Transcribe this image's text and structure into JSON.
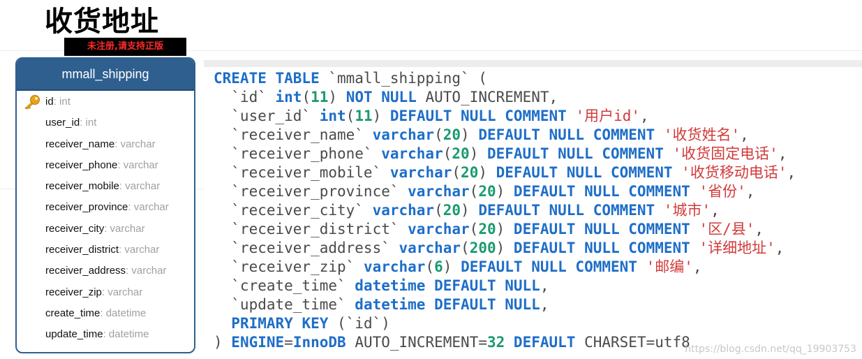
{
  "page": {
    "title": "收货地址",
    "watermark_badge": "未注册,请支持正版",
    "credit": "https://blog.csdn.net/qq_19903753"
  },
  "table": {
    "name": "mmall_shipping",
    "fields": [
      {
        "name": "id",
        "type": "int",
        "primary_key": true
      },
      {
        "name": "user_id",
        "type": "int"
      },
      {
        "name": "receiver_name",
        "type": "varchar"
      },
      {
        "name": "receiver_phone",
        "type": "varchar"
      },
      {
        "name": "receiver_mobile",
        "type": "varchar"
      },
      {
        "name": "receiver_province",
        "type": "varchar"
      },
      {
        "name": "receiver_city",
        "type": "varchar"
      },
      {
        "name": "receiver_district",
        "type": "varchar"
      },
      {
        "name": "receiver_address",
        "type": "varchar"
      },
      {
        "name": "receiver_zip",
        "type": "varchar"
      },
      {
        "name": "create_time",
        "type": "datetime"
      },
      {
        "name": "update_time",
        "type": "datetime"
      }
    ]
  },
  "sql": {
    "lines": [
      [
        {
          "t": "kw",
          "v": "CREATE TABLE"
        },
        {
          "t": "plain",
          "v": " `mmall_shipping` ("
        }
      ],
      [
        {
          "t": "plain",
          "v": "  `id` "
        },
        {
          "t": "kw",
          "v": "int"
        },
        {
          "t": "plain",
          "v": "("
        },
        {
          "t": "num",
          "v": "11"
        },
        {
          "t": "plain",
          "v": ") "
        },
        {
          "t": "kw",
          "v": "NOT NULL"
        },
        {
          "t": "plain",
          "v": " AUTO_INCREMENT,"
        }
      ],
      [
        {
          "t": "plain",
          "v": "  `user_id` "
        },
        {
          "t": "kw",
          "v": "int"
        },
        {
          "t": "plain",
          "v": "("
        },
        {
          "t": "num",
          "v": "11"
        },
        {
          "t": "plain",
          "v": ") "
        },
        {
          "t": "kw",
          "v": "DEFAULT NULL COMMENT"
        },
        {
          "t": "plain",
          "v": " "
        },
        {
          "t": "str",
          "v": "'用户id'"
        },
        {
          "t": "plain",
          "v": ","
        }
      ],
      [
        {
          "t": "plain",
          "v": "  `receiver_name` "
        },
        {
          "t": "kw",
          "v": "varchar"
        },
        {
          "t": "plain",
          "v": "("
        },
        {
          "t": "num",
          "v": "20"
        },
        {
          "t": "plain",
          "v": ") "
        },
        {
          "t": "kw",
          "v": "DEFAULT NULL COMMENT"
        },
        {
          "t": "plain",
          "v": " "
        },
        {
          "t": "str",
          "v": "'收货姓名'"
        },
        {
          "t": "plain",
          "v": ","
        }
      ],
      [
        {
          "t": "plain",
          "v": "  `receiver_phone` "
        },
        {
          "t": "kw",
          "v": "varchar"
        },
        {
          "t": "plain",
          "v": "("
        },
        {
          "t": "num",
          "v": "20"
        },
        {
          "t": "plain",
          "v": ") "
        },
        {
          "t": "kw",
          "v": "DEFAULT NULL COMMENT"
        },
        {
          "t": "plain",
          "v": " "
        },
        {
          "t": "str",
          "v": "'收货固定电话'"
        },
        {
          "t": "plain",
          "v": ","
        }
      ],
      [
        {
          "t": "plain",
          "v": "  `receiver_mobile` "
        },
        {
          "t": "kw",
          "v": "varchar"
        },
        {
          "t": "plain",
          "v": "("
        },
        {
          "t": "num",
          "v": "20"
        },
        {
          "t": "plain",
          "v": ") "
        },
        {
          "t": "kw",
          "v": "DEFAULT NULL COMMENT"
        },
        {
          "t": "plain",
          "v": " "
        },
        {
          "t": "str",
          "v": "'收货移动电话'"
        },
        {
          "t": "plain",
          "v": ","
        }
      ],
      [
        {
          "t": "plain",
          "v": "  `receiver_province` "
        },
        {
          "t": "kw",
          "v": "varchar"
        },
        {
          "t": "plain",
          "v": "("
        },
        {
          "t": "num",
          "v": "20"
        },
        {
          "t": "plain",
          "v": ") "
        },
        {
          "t": "kw",
          "v": "DEFAULT NULL COMMENT"
        },
        {
          "t": "plain",
          "v": " "
        },
        {
          "t": "str",
          "v": "'省份'"
        },
        {
          "t": "plain",
          "v": ","
        }
      ],
      [
        {
          "t": "plain",
          "v": "  `receiver_city` "
        },
        {
          "t": "kw",
          "v": "varchar"
        },
        {
          "t": "plain",
          "v": "("
        },
        {
          "t": "num",
          "v": "20"
        },
        {
          "t": "plain",
          "v": ") "
        },
        {
          "t": "kw",
          "v": "DEFAULT NULL COMMENT"
        },
        {
          "t": "plain",
          "v": " "
        },
        {
          "t": "str",
          "v": "'城市'"
        },
        {
          "t": "plain",
          "v": ","
        }
      ],
      [
        {
          "t": "plain",
          "v": "  `receiver_district` "
        },
        {
          "t": "kw",
          "v": "varchar"
        },
        {
          "t": "plain",
          "v": "("
        },
        {
          "t": "num",
          "v": "20"
        },
        {
          "t": "plain",
          "v": ") "
        },
        {
          "t": "kw",
          "v": "DEFAULT NULL COMMENT"
        },
        {
          "t": "plain",
          "v": " "
        },
        {
          "t": "str",
          "v": "'区/县'"
        },
        {
          "t": "plain",
          "v": ","
        }
      ],
      [
        {
          "t": "plain",
          "v": "  `receiver_address` "
        },
        {
          "t": "kw",
          "v": "varchar"
        },
        {
          "t": "plain",
          "v": "("
        },
        {
          "t": "num",
          "v": "200"
        },
        {
          "t": "plain",
          "v": ") "
        },
        {
          "t": "kw",
          "v": "DEFAULT NULL COMMENT"
        },
        {
          "t": "plain",
          "v": " "
        },
        {
          "t": "str",
          "v": "'详细地址'"
        },
        {
          "t": "plain",
          "v": ","
        }
      ],
      [
        {
          "t": "plain",
          "v": "  `receiver_zip` "
        },
        {
          "t": "kw",
          "v": "varchar"
        },
        {
          "t": "plain",
          "v": "("
        },
        {
          "t": "num",
          "v": "6"
        },
        {
          "t": "plain",
          "v": ") "
        },
        {
          "t": "kw",
          "v": "DEFAULT NULL COMMENT"
        },
        {
          "t": "plain",
          "v": " "
        },
        {
          "t": "str",
          "v": "'邮编'"
        },
        {
          "t": "plain",
          "v": ","
        }
      ],
      [
        {
          "t": "plain",
          "v": "  `create_time` "
        },
        {
          "t": "kw",
          "v": "datetime DEFAULT NULL"
        },
        {
          "t": "plain",
          "v": ","
        }
      ],
      [
        {
          "t": "plain",
          "v": "  `update_time` "
        },
        {
          "t": "kw",
          "v": "datetime DEFAULT NULL"
        },
        {
          "t": "plain",
          "v": ","
        }
      ],
      [
        {
          "t": "plain",
          "v": "  "
        },
        {
          "t": "kw",
          "v": "PRIMARY KEY"
        },
        {
          "t": "plain",
          "v": " (`id`)"
        }
      ],
      [
        {
          "t": "plain",
          "v": ") "
        },
        {
          "t": "kw",
          "v": "ENGINE"
        },
        {
          "t": "plain",
          "v": "="
        },
        {
          "t": "kw",
          "v": "InnoDB"
        },
        {
          "t": "plain",
          "v": " AUTO_INCREMENT="
        },
        {
          "t": "num",
          "v": "32"
        },
        {
          "t": "plain",
          "v": " "
        },
        {
          "t": "kw",
          "v": "DEFAULT"
        },
        {
          "t": "plain",
          "v": " CHARSET=utf8"
        }
      ]
    ]
  },
  "colors": {
    "keyword": "#1e6ec8",
    "number": "#1a9a70",
    "string": "#d23a3a",
    "plain": "#4a4a4a",
    "header": "#2e5f8e",
    "field_type": "#a0a0a0"
  },
  "icons": {
    "primary_key": "key-icon"
  }
}
